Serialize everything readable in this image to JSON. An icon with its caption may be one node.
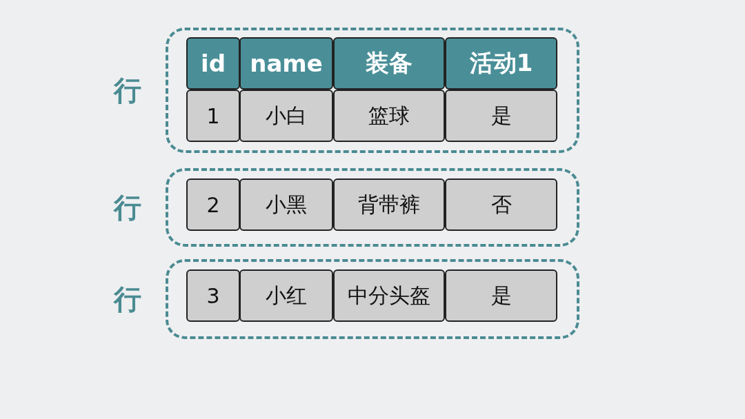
{
  "diagram": {
    "nodes": [
      {
        "text": [],
        "shape": "box",
        "beside": [
          "行"
        ]
      },
      {
        "text": [
          "id"
        ],
        "in": 0
      },
      {
        "text": [
          "name"
        ],
        "in": 0
      },
      {
        "text": [
          "装备"
        ],
        "in": 0
      },
      {
        "text": [
          "活动1"
        ],
        "in": 0
      },
      {
        "text": [
          "1"
        ],
        "in": 0
      },
      {
        "text": [
          "小白"
        ],
        "in": 0
      },
      {
        "text": [
          "篮球"
        ],
        "in": 0
      },
      {
        "text": [
          "是"
        ],
        "in": 0
      },
      {
        "text": [],
        "shape": "box",
        "beside": [
          "行"
        ]
      },
      {
        "text": [
          "2"
        ],
        "in": 9
      },
      {
        "text": [
          "小黑"
        ],
        "in": 9
      },
      {
        "text": [
          "背带裤"
        ],
        "in": 9
      },
      {
        "text": [
          "否"
        ],
        "in": 9
      },
      {
        "text": [],
        "shape": "box",
        "beside": [
          "行"
        ]
      },
      {
        "text": [
          "3"
        ],
        "in": 14
      },
      {
        "text": [
          "小红"
        ],
        "in": 14
      },
      {
        "text": [
          "中分头盔"
        ],
        "in": 14
      },
      {
        "text": [
          "是"
        ],
        "in": 14
      }
    ]
  }
}
